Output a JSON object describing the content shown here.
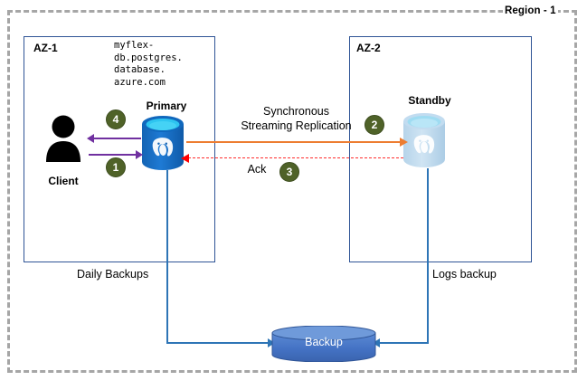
{
  "region": {
    "label": "Region - 1",
    "boundary_style": "dashed",
    "boundary_color": "#a6a6a6"
  },
  "zones": [
    {
      "id": "az1",
      "label": "AZ-1",
      "border_color": "#2f5496"
    },
    {
      "id": "az2",
      "label": "AZ-2",
      "border_color": "#2f5496"
    }
  ],
  "hostname": "myflex-\ndb.postgres.\ndatabase.\nazure.com",
  "nodes": {
    "client": {
      "label": "Client",
      "icon": "user-icon"
    },
    "primary": {
      "label": "Primary",
      "icon": "postgres-database-icon",
      "color": "#1c72c4",
      "top_color": "#29b6e8"
    },
    "standby": {
      "label": "Standby",
      "icon": "postgres-database-icon",
      "color": "#bcd9ee",
      "top_color": "#9fd7ee"
    },
    "backup": {
      "label": "Backup",
      "icon": "backup-cylinder-icon",
      "color": "#4472c4"
    }
  },
  "flows": {
    "replication_label": "Synchronous\nStreaming Replication",
    "replication_color": "#ed7d31",
    "ack_label": "Ack",
    "ack_color": "#ff0000",
    "client_arrow_color": "#7030a0",
    "daily_backups_label": "Daily Backups",
    "logs_backup_label": "Logs backup",
    "backup_line_color": "#2e75b6"
  },
  "badges": [
    {
      "id": "badge-1",
      "number": "1"
    },
    {
      "id": "badge-2",
      "number": "2"
    },
    {
      "id": "badge-3",
      "number": "3"
    },
    {
      "id": "badge-4",
      "number": "4"
    }
  ],
  "badge_color": "#4f6228"
}
